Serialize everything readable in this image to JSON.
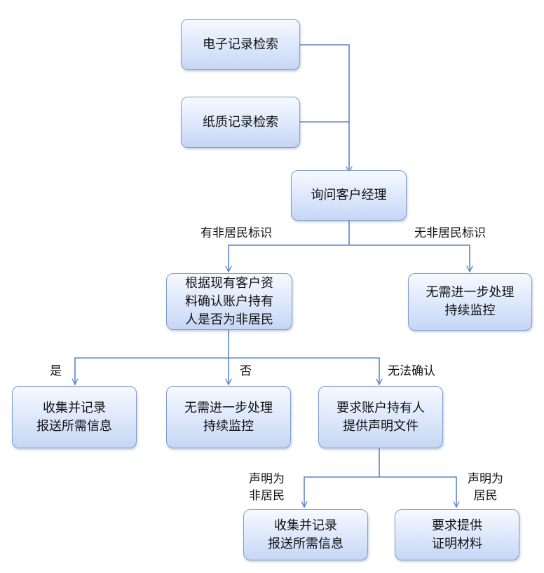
{
  "nodes": {
    "e_record": "电子记录检索",
    "paper_record": "纸质记录检索",
    "ask_manager": "询问客户经理",
    "confirm": [
      "根据现有客户资",
      "料确认账户持有",
      "人是否为非居民"
    ],
    "no_further_top": [
      "无需进一步处理",
      "持续监控"
    ],
    "collect_left": [
      "收集并记录",
      "报送所需信息"
    ],
    "no_further_mid": [
      "无需进一步处理",
      "持续监控"
    ],
    "request_doc": [
      "要求账户持有人",
      "提供声明文件"
    ],
    "collect_bottom": [
      "收集并记录",
      "报送所需信息"
    ],
    "request_proof": [
      "要求提供",
      "证明材料"
    ]
  },
  "labels": {
    "has_flag": "有非居民标识",
    "no_flag": "无非居民标识",
    "yes": "是",
    "no": "否",
    "cannot_confirm": "无法确认",
    "declared_nonresident": [
      "声明为",
      "非居民"
    ],
    "declared_resident": [
      "声明为",
      "居民"
    ]
  },
  "colors": {
    "node_border": "#7f9ed3",
    "node_fill_top": "#f6f9ff",
    "node_fill_bottom": "#c5d6f5",
    "connector": "#5b86c8"
  }
}
